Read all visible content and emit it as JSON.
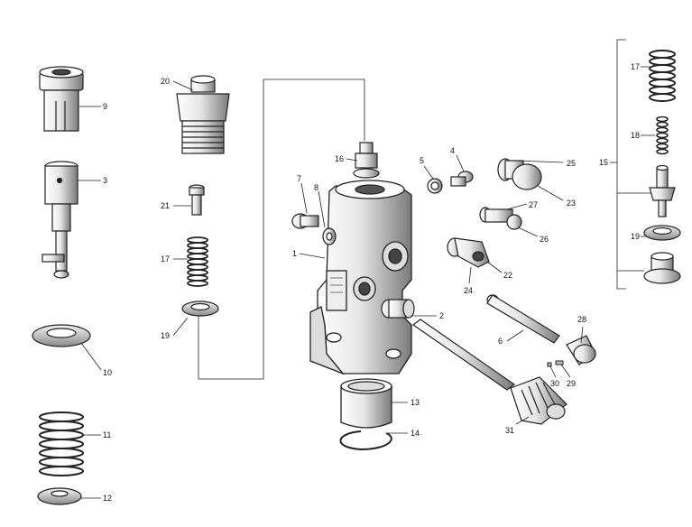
{
  "diagram": {
    "callouts": {
      "c1": "1",
      "c2": "2",
      "c3": "3",
      "c4": "4",
      "c5": "5",
      "c6": "6",
      "c7": "7",
      "c8": "8",
      "c9": "9",
      "c10": "10",
      "c11": "11",
      "c12": "12",
      "c13": "13",
      "c14": "14",
      "c15": "15",
      "c16": "16",
      "c17a": "17",
      "c17b": "17",
      "c18": "18",
      "c19a": "19",
      "c19b": "19",
      "c20": "20",
      "c21": "21",
      "c22": "22",
      "c23": "23",
      "c24": "24",
      "c25": "25",
      "c26": "26",
      "c27": "27",
      "c28": "28",
      "c29": "29",
      "c30": "30",
      "c31": "31"
    },
    "colors": {
      "ink": "#222222",
      "paper": "#ffffff",
      "shade": "#9a9a9a"
    }
  }
}
